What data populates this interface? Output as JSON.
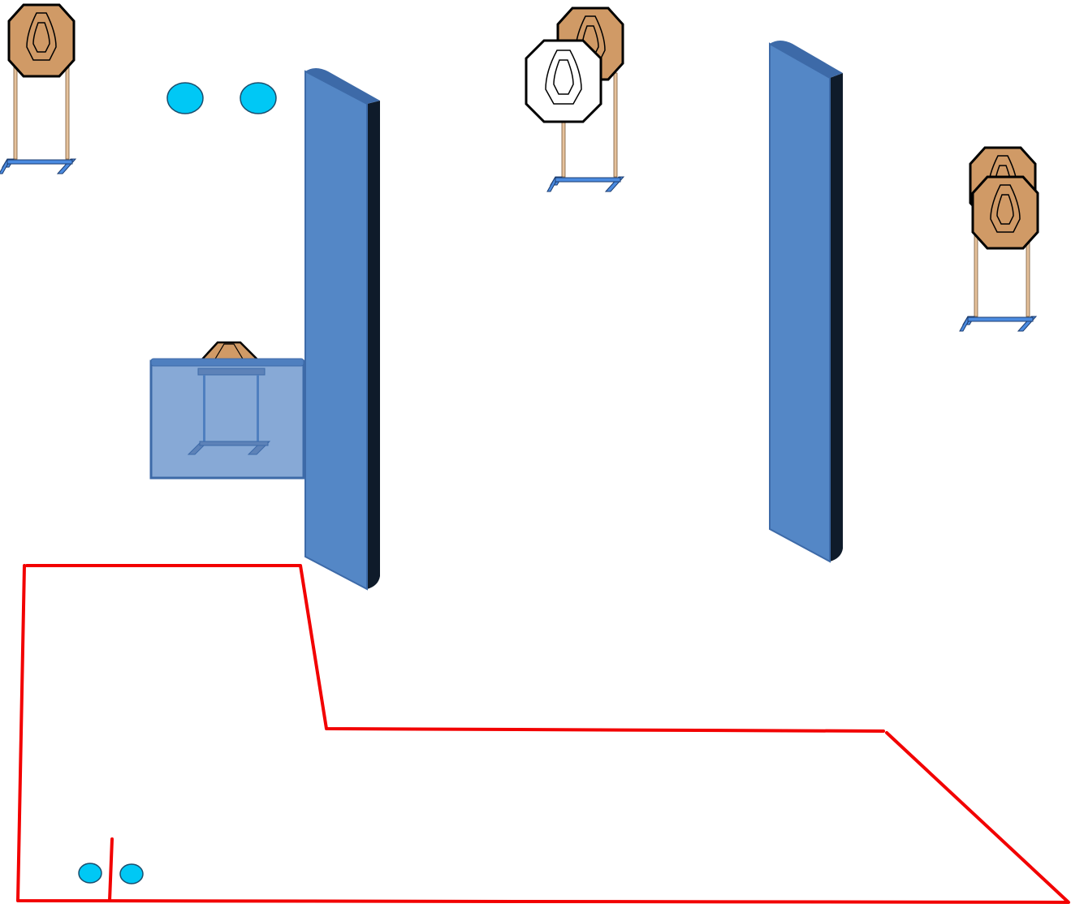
{
  "diagram": {
    "type": "shooting-stage-layout",
    "colors": {
      "background": "#ffffff",
      "wall_face": "#5487c6",
      "wall_edge": "#3d6aa8",
      "wall_shadow": "#0f1b2a",
      "target_tan": "#d09a66",
      "target_no_shoot": "#ffffff",
      "target_outline": "#000000",
      "stand_leg": "#c99a6e",
      "stand_base": "#4b8be0",
      "barrel": "#00c8f5",
      "shooting_area_line": "#f20000",
      "port_panel": "#6b98d2"
    },
    "walls": [
      {
        "name": "wall-left"
      },
      {
        "name": "wall-right"
      }
    ],
    "targets": [
      {
        "name": "target-top-left",
        "kind": "paper",
        "color": "tan"
      },
      {
        "name": "target-top-center-back",
        "kind": "paper",
        "color": "tan"
      },
      {
        "name": "target-top-center-no-shoot",
        "kind": "no-shoot",
        "color": "white"
      },
      {
        "name": "target-right-back",
        "kind": "paper",
        "color": "tan"
      },
      {
        "name": "target-right-front",
        "kind": "paper",
        "color": "tan"
      },
      {
        "name": "target-behind-panel",
        "kind": "paper",
        "color": "tan"
      }
    ],
    "barrels": [
      {
        "name": "barrel-top-1"
      },
      {
        "name": "barrel-top-2"
      },
      {
        "name": "barrel-bottom-1"
      },
      {
        "name": "barrel-bottom-2"
      }
    ],
    "shooting_area": {
      "name": "shooting-area-fault-line"
    },
    "start_marker": {
      "name": "start-position-line"
    }
  }
}
